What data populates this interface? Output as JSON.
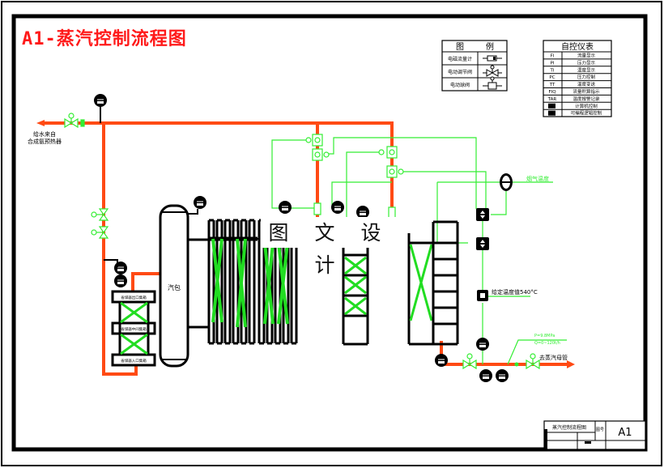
{
  "drawing": {
    "title": "A1-蒸汽控制流程图",
    "watermark": "图 文 设 计"
  },
  "legend": {
    "header_left": "图",
    "header_right": "例",
    "rows": [
      {
        "label": "电磁流量计",
        "symbol": "flowmeter-icon"
      },
      {
        "label": "电动调节阀",
        "symbol": "control-valve-icon"
      },
      {
        "label": "电动球阀",
        "symbol": "ball-valve-icon"
      }
    ]
  },
  "instrument_table": {
    "title": "自控仪表",
    "rows": [
      {
        "code": "FI",
        "desc": "流量显示"
      },
      {
        "code": "PI",
        "desc": "压力显示"
      },
      {
        "code": "TI",
        "desc": "温度显示"
      },
      {
        "code": "PC",
        "desc": "压力控制"
      },
      {
        "code": "TT",
        "desc": "温度变送"
      },
      {
        "code": "FIQ",
        "desc": "流量积算指示"
      },
      {
        "code": "TAR",
        "desc": "温度报警记录"
      },
      {
        "code": "",
        "desc": "计算机控制"
      },
      {
        "code": "",
        "desc": "可编程逻辑控制"
      }
    ]
  },
  "labels": {
    "feedwater_in": [
      "给水来自",
      "合成氨预热器"
    ],
    "drum": "汽包",
    "smoke_signal": "烟气温度",
    "set_temperature": "给定温度值540°C",
    "steam_out": "去蒸汽母管",
    "spec_line1": "P=9.8MPa",
    "spec_line2": "Q=0~120t/h",
    "econ_labels": [
      "省煤器出口集箱",
      "省煤器中间集箱",
      "省煤器入口集箱"
    ]
  },
  "title_block": {
    "drawing_name": "蒸汽控制流程图",
    "number_label": "图号",
    "number": "A1"
  },
  "colors": {
    "steam_pipe": "#ff4a14",
    "signal_line": "#33ee33",
    "title_red": "#ff1a1a",
    "ink": "#000000"
  }
}
